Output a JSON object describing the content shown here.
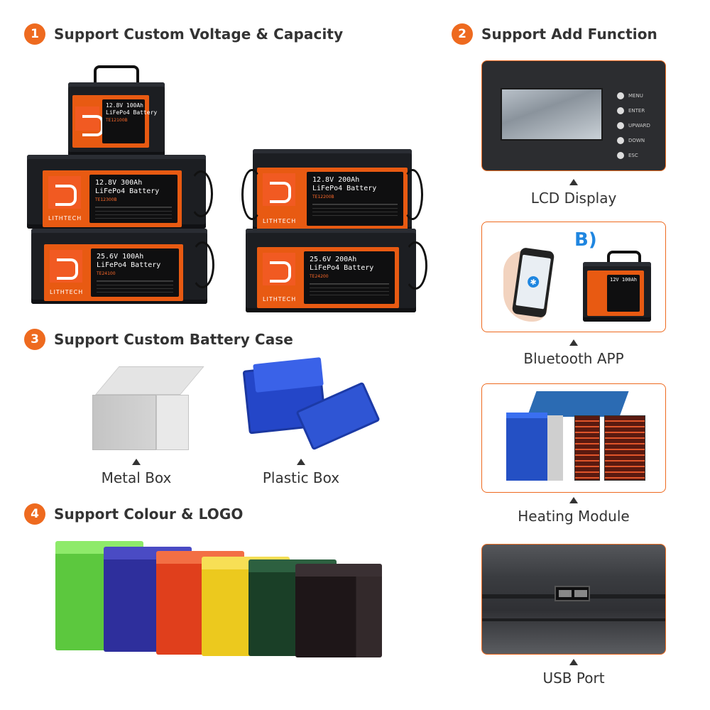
{
  "sections": {
    "s1": {
      "num": "1",
      "title": "Support Custom Voltage & Capacity"
    },
    "s2": {
      "num": "2",
      "title": "Support Add Function"
    },
    "s3": {
      "num": "3",
      "title": "Support Custom Battery Case"
    },
    "s4": {
      "num": "4",
      "title": "Support Colour & LOGO"
    }
  },
  "batteries": [
    {
      "voltage": "12.8V 100Ah",
      "chem": "LiFePo4 Battery",
      "code": "TE12100B"
    },
    {
      "voltage": "12.8V 300Ah",
      "chem": "LiFePo4 Battery",
      "code": "TE12300B",
      "brand": "LITHTECH"
    },
    {
      "voltage": "12.8V 200Ah",
      "chem": "LiFePo4 Battery",
      "code": "TE12200B",
      "brand": "LITHTECH"
    },
    {
      "voltage": "25.6V 100Ah",
      "chem": "LiFePo4 Battery",
      "code": "TE24100",
      "brand": "LITHTECH"
    },
    {
      "voltage": "25.6V 200Ah",
      "chem": "LiFePo4 Battery",
      "code": "TE24200",
      "brand": "LITHTECH"
    }
  ],
  "functions": {
    "lcd": {
      "caption": "LCD Display",
      "buttons": [
        "MENU",
        "ENTER",
        "UPWARD",
        "DOWN",
        "ESC"
      ]
    },
    "bluetooth": {
      "caption": "Bluetooth APP",
      "battery_label": "12V 100Ah"
    },
    "heating": {
      "caption": "Heating Module"
    },
    "usb": {
      "caption": "USB Port"
    }
  },
  "cases": {
    "metal": {
      "caption": "Metal Box"
    },
    "plastic": {
      "caption": "Plastic Box"
    }
  },
  "colors": {
    "accent": "#ee6a1f",
    "battery_label": "#e85a12",
    "case_colors": [
      "#6cd84a",
      "#3b3aa8",
      "#e84a22",
      "#f2d229",
      "#1e4a2e",
      "#231a1c"
    ]
  }
}
